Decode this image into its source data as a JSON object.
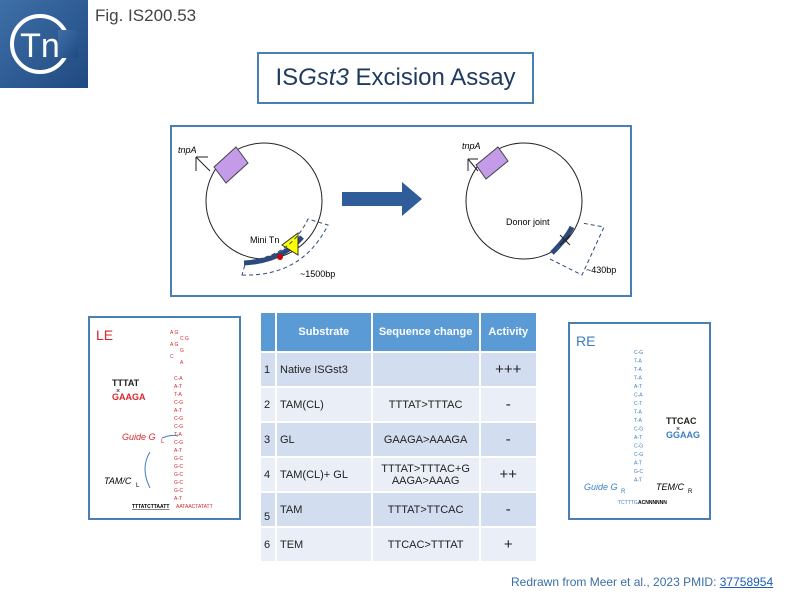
{
  "figure_label": "Fig. IS200.53",
  "logo": {
    "text": "Tn",
    "icon": "transposon-logo-icon"
  },
  "title": {
    "prefix": "IS",
    "italic": "Gst3",
    "suffix": " Excision Assay"
  },
  "plasmid_panel": {
    "left": {
      "gene_label": "tnpA",
      "insert_label": "Mini Tn",
      "size_label": "~1500bp"
    },
    "right": {
      "gene_label": "tnpA",
      "joint_label": "Donor joint",
      "size_label": "~430bp"
    },
    "arrow_color": "#2e5d99"
  },
  "le_panel": {
    "label": "LE",
    "top_seq": "TTTAT",
    "bottom_seq": "GAAGA",
    "guide_label": "Guide G",
    "guide_sub": "L",
    "tam_label": "TAM/C",
    "tam_sub": "L",
    "baseline_seq": "TTTATCTTAATT",
    "baseline_tail": "AATAACTATATT",
    "stem_pairs": [
      "C-A",
      "A-T",
      "T-A",
      "C-G",
      "A-T",
      "C-G",
      "C-G",
      "T-A",
      "C-G",
      "A-T",
      "G-C",
      "G-C",
      "G-C",
      "G-C",
      "G-C",
      "A-T"
    ],
    "loop": [
      "A G",
      "C G",
      "A G",
      "G",
      "C",
      "A"
    ]
  },
  "re_panel": {
    "label": "RE",
    "top_seq": "TTCAC",
    "bottom_seq": "GGAAG",
    "guide_label": "Guide G",
    "guide_sub": "R",
    "tem_label": "TEM/C",
    "tem_sub": "R",
    "baseline_left": "TCTTTG",
    "baseline_right": "ACNNNNNN",
    "stem_pairs": [
      "C-G",
      "T-A",
      "T-A",
      "T-A",
      "A-T",
      "C-A",
      "C-T",
      "T-A",
      "T-A",
      "C-G",
      "A-T",
      "C-G",
      "C-G",
      "A-T",
      "G-C",
      "A-T"
    ]
  },
  "table": {
    "headers": [
      "Substrate",
      "Sequence change",
      "Activity"
    ],
    "rows": [
      {
        "num": "1",
        "substrate": "Native ISGst3",
        "seq": "",
        "activity": "+++"
      },
      {
        "num": "2",
        "substrate": "TAM(CL)",
        "seq": "TTTAT>TTTAC",
        "activity": "-"
      },
      {
        "num": "3",
        "substrate": "GL",
        "seq": "GAAGA>AAAGA",
        "activity": "-"
      },
      {
        "num": "4",
        "substrate": "TAM(CL)+ GL",
        "seq": "TTTAT>TTTAC+G AAGA>AAAG",
        "activity": "++"
      },
      {
        "num": "5",
        "substrate": "TAM",
        "seq": "TTTAT>TTCAC",
        "activity": "-"
      },
      {
        "num": "6",
        "substrate": "TEM",
        "seq": "TTCAC>TTTAT",
        "activity": "+"
      }
    ]
  },
  "credit": {
    "text": "Redrawn from Meer et al., 2023 PMID: ",
    "pmid": "37758954"
  },
  "colors": {
    "accent": "#4a7fb5",
    "le_red": "#d9262c",
    "re_blue": "#3b7dc4",
    "tnpa_purple": "#c39be8",
    "minitn_yellow": "#ffff00"
  }
}
